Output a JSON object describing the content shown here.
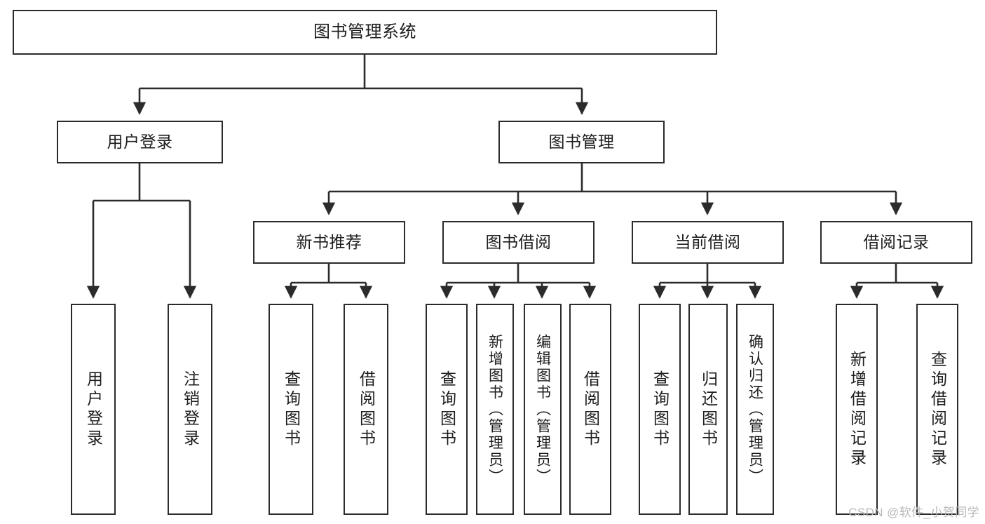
{
  "diagram": {
    "type": "tree-hierarchy",
    "title": "图书管理系统",
    "orientation": "top-down",
    "colors": {
      "box_border": "#2b2b2b",
      "box_fill": "#ffffff",
      "connector": "#2b2b2b",
      "text": "#1d1d1d",
      "watermark": "#b9b9b9"
    }
  },
  "watermark": {
    "text": "CSDN @软件_小贺同学"
  },
  "nodes": {
    "root": {
      "label": "图书管理系统"
    },
    "level1": [
      {
        "id": "user-login",
        "label": "用户登录"
      },
      {
        "id": "book-manage",
        "label": "图书管理"
      }
    ],
    "level2": [
      {
        "id": "new-book-recommend",
        "label": "新书推荐"
      },
      {
        "id": "book-borrow",
        "label": "图书借阅"
      },
      {
        "id": "current-borrow",
        "label": "当前借阅"
      },
      {
        "id": "borrow-record",
        "label": "借阅记录"
      }
    ],
    "leaves": [
      {
        "id": "leaf-user-login",
        "label": "用户登录",
        "parent": "user-login"
      },
      {
        "id": "leaf-logout",
        "label": "注销登录",
        "parent": "user-login"
      },
      {
        "id": "leaf-query-book-1",
        "label": "查询图书",
        "parent": "new-book-recommend"
      },
      {
        "id": "leaf-borrow-book-1",
        "label": "借阅图书",
        "parent": "new-book-recommend"
      },
      {
        "id": "leaf-query-book-2",
        "label": "查询图书",
        "parent": "book-borrow"
      },
      {
        "id": "leaf-add-book",
        "label": "新增图书（管理员）",
        "parent": "book-borrow"
      },
      {
        "id": "leaf-edit-book",
        "label": "编辑图书（管理员）",
        "parent": "book-borrow"
      },
      {
        "id": "leaf-borrow-book-2",
        "label": "借阅图书",
        "parent": "book-borrow"
      },
      {
        "id": "leaf-query-book-3",
        "label": "查询图书",
        "parent": "current-borrow"
      },
      {
        "id": "leaf-return-book",
        "label": "归还图书",
        "parent": "current-borrow"
      },
      {
        "id": "leaf-confirm-return",
        "label": "确认归还（管理员）",
        "parent": "current-borrow"
      },
      {
        "id": "leaf-add-record",
        "label": "新增借阅记录",
        "parent": "borrow-record"
      },
      {
        "id": "leaf-query-record",
        "label": "查询借阅记录",
        "parent": "borrow-record"
      }
    ]
  }
}
